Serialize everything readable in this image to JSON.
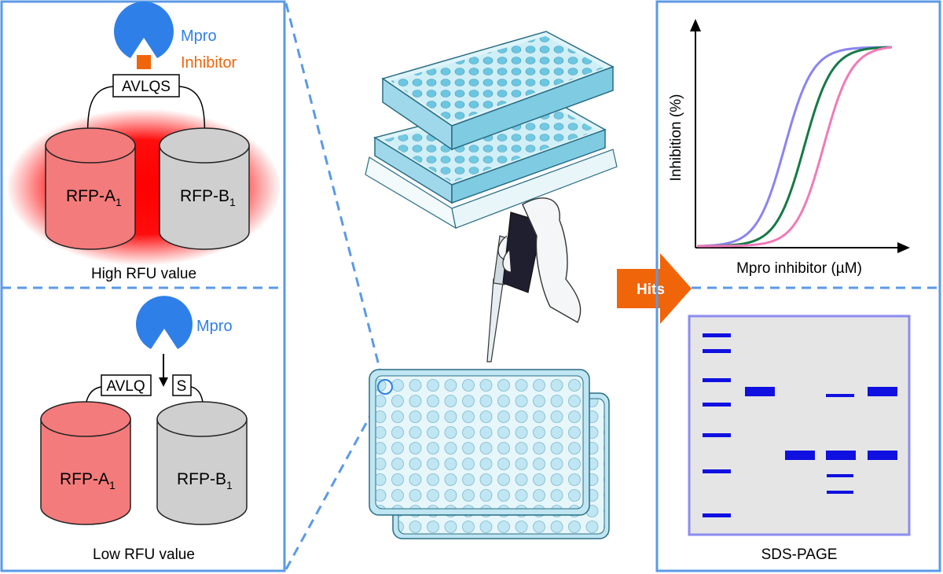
{
  "colors": {
    "panel_border": "#5b9ae6",
    "mpro_blue": "#2f7fe8",
    "inhibitor_orange": "#f0640a",
    "rfp_a_red": "#f47b7b",
    "rfp_b_gray": "#cfcfcf",
    "glow_red": "#ff0000",
    "gel_band": "#1010e0",
    "gel_frame": "#8c8cf0",
    "curve_purple": "#8a84f0",
    "curve_green": "#157a45",
    "curve_pink": "#f07ab8",
    "plate_blue": "#bfe6f2",
    "hits_arrow": "#f0640a"
  },
  "top_panel": {
    "enzyme_label": "Mpro",
    "inhibitor_label": "Inhibitor",
    "substrate_label": "AVLQS",
    "cyl_a_label": "RFP-A",
    "cyl_a_sub": "1",
    "cyl_b_label": "RFP-B",
    "cyl_b_sub": "1",
    "caption": "High RFU value"
  },
  "bottom_panel": {
    "enzyme_label": "Mpro",
    "fragment_left_label": "AVLQ",
    "fragment_right_label": "S",
    "cyl_a_label": "RFP-A",
    "cyl_a_sub": "1",
    "cyl_b_label": "RFP-B",
    "cyl_b_sub": "1",
    "caption": "Low RFU value"
  },
  "hits_label": "Hits",
  "chart_data": {
    "type": "line",
    "title": "",
    "xlabel": "Mpro inhibitor (µM)",
    "ylabel": "Inhibition (%)",
    "curves": [
      {
        "color": "#8a84f0",
        "midpoint_fraction": 0.45
      },
      {
        "color": "#157a45",
        "midpoint_fraction": 0.55
      },
      {
        "color": "#f07ab8",
        "midpoint_fraction": 0.65
      }
    ]
  },
  "gel": {
    "caption": "SDS-PAGE",
    "lanes": 5
  }
}
